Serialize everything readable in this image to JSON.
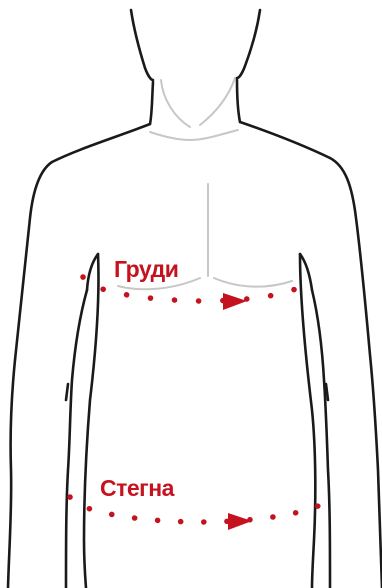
{
  "colors": {
    "outline": "#1a1a1a",
    "detail": "#c7c7c7",
    "accent": "#c4121f"
  },
  "measurements": [
    {
      "id": "chest",
      "label": "Груди"
    },
    {
      "id": "hips",
      "label": "Стегна"
    }
  ]
}
